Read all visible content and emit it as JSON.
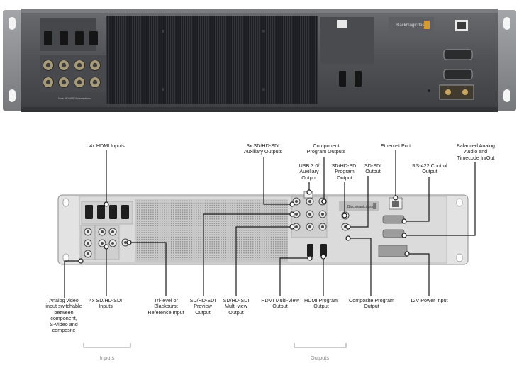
{
  "photo": {
    "brand": "Blackmagicdesign",
    "fine_print": "Note: HDMI/SDI connections",
    "panel_colors": {
      "body": "#55565a",
      "ears": "#8b8c90",
      "heatsink": "#1f2023",
      "connector": "#c8b78a"
    }
  },
  "diagram": {
    "brand": "Blackmagicdesign",
    "labels": {
      "hdmi_inputs": "4x HDMI Inputs",
      "sdi_aux_outputs": "3x SD/HD-SDI\nAuxiliary Outputs",
      "component_outputs": "Component\nProgram Outputs",
      "usb_aux_output": "USB 3.0/\nAuxiliary\nOutput",
      "sdi_program_output": "SD/HD-SDI\nProgram\nOutput",
      "sd_sdi_output": "SD-SDI\nOutput",
      "ethernet_port": "Ethernet Port",
      "balanced_audio": "Balanced Analog\nAudio and\nTimecode In/Out",
      "rs422_output": "RS-422 Control\nOutput",
      "analog_video_input": "Analog video\ninput switchable\nbetween\ncomponent,\nS-Video and\ncomposite",
      "sdi_inputs": "4x SD/HD-SDI\nInputs",
      "reference_input": "Tri-level or\nBlackburst\nReference Input",
      "sdi_preview_output": "SD/HD-SDI\nPreview\nOutput",
      "sdi_multiview_output": "SD/HD-SDI\nMulti-view\nOutput",
      "hdmi_multiview_output": "HDMI Multi-View\nOutput",
      "hdmi_program_output": "HDMI Program\nOutput",
      "composite_output": "Composite Program\nOutput",
      "power_input": "12V Power Input"
    },
    "groups": {
      "inputs": "Inputs",
      "outputs": "Outputs"
    }
  }
}
